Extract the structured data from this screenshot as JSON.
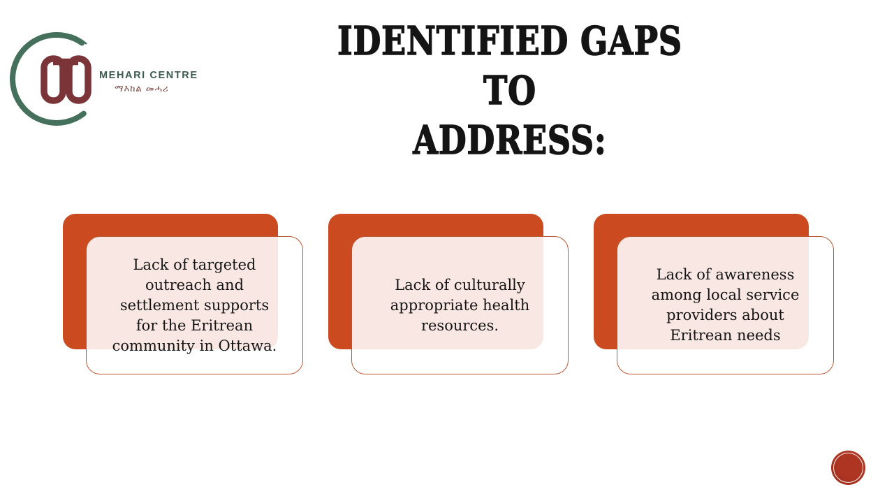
{
  "slide": {
    "title_lines": [
      "IDENTIFIED GAPS TO",
      "ADDRESS:"
    ]
  },
  "logo": {
    "org_name": "MEHARI CENTRE",
    "org_name_geez": "ማእከል መሓሪ"
  },
  "cards": [
    {
      "text": "Lack of targeted outreach and settlement supports for the Eritrean community in Ottawa."
    },
    {
      "text": "Lack of culturally appropriate health resources."
    },
    {
      "text": "Lack of awareness among local service providers about Eritrean needs"
    }
  ],
  "colors": {
    "orange": "#cb4a1f",
    "card-border": "#b95732",
    "ink": "#141414",
    "stamp-dark": "#9a2b1a",
    "stamp-light": "#ae3522",
    "logo-green": "#44705c",
    "logo-maroon": "#7b3538",
    "wordmark-green": "#3e5b51",
    "geez-maroon": "#7b4a44"
  }
}
